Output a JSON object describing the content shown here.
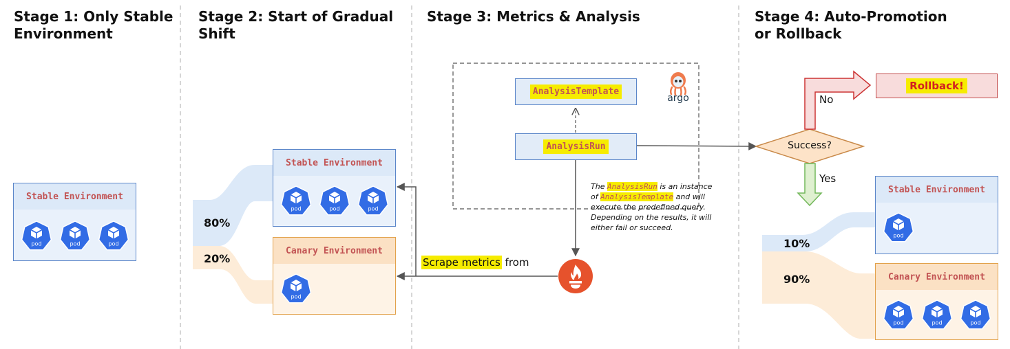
{
  "stages": [
    {
      "title_line1": "Stage 1: Only Stable",
      "title_line2": "Environment"
    },
    {
      "title_line1": "Stage 2: Start of Gradual",
      "title_line2": "Shift"
    },
    {
      "title_line1": "Stage 3: Metrics & Analysis",
      "title_line2": ""
    },
    {
      "title_line1": "Stage 4: Auto-Promotion",
      "title_line2": "or Rollback"
    }
  ],
  "environments": {
    "stable_label": "Stable Environment",
    "canary_label": "Canary Environment",
    "pod_label": "pod"
  },
  "stage2": {
    "stable_percent": "80%",
    "canary_percent": "20%"
  },
  "stage3": {
    "analysis_template": "AnalysisTemplate",
    "analysis_run": "AnalysisRun",
    "argo_label": "argo",
    "note": {
      "p1": "The ",
      "m1": "AnalysisRun",
      "p2": " is an instance",
      "p3": "of ",
      "m2": "AnalysisTemplate",
      "p4": " and will",
      "line3": "execute the predefined query.",
      "line4": "Depending on the results, it will",
      "line5": "either fail or succeed."
    },
    "scrape_highlight": "Scrape metrics",
    "scrape_rest": " from"
  },
  "stage4": {
    "decision": "Success?",
    "no_label": "No",
    "yes_label": "Yes",
    "rollback": "Rollback!",
    "stable_percent": "10%",
    "canary_percent": "90%"
  },
  "colors": {
    "stable_fill": "#dce9f8",
    "canary_fill": "#fdecd8",
    "pod_blue": "#326ce5",
    "highlight": "#f6ec00",
    "prometheus": "#e6522c",
    "rollback_fill": "#f8dcdc",
    "decision_fill": "#fde3c8"
  }
}
